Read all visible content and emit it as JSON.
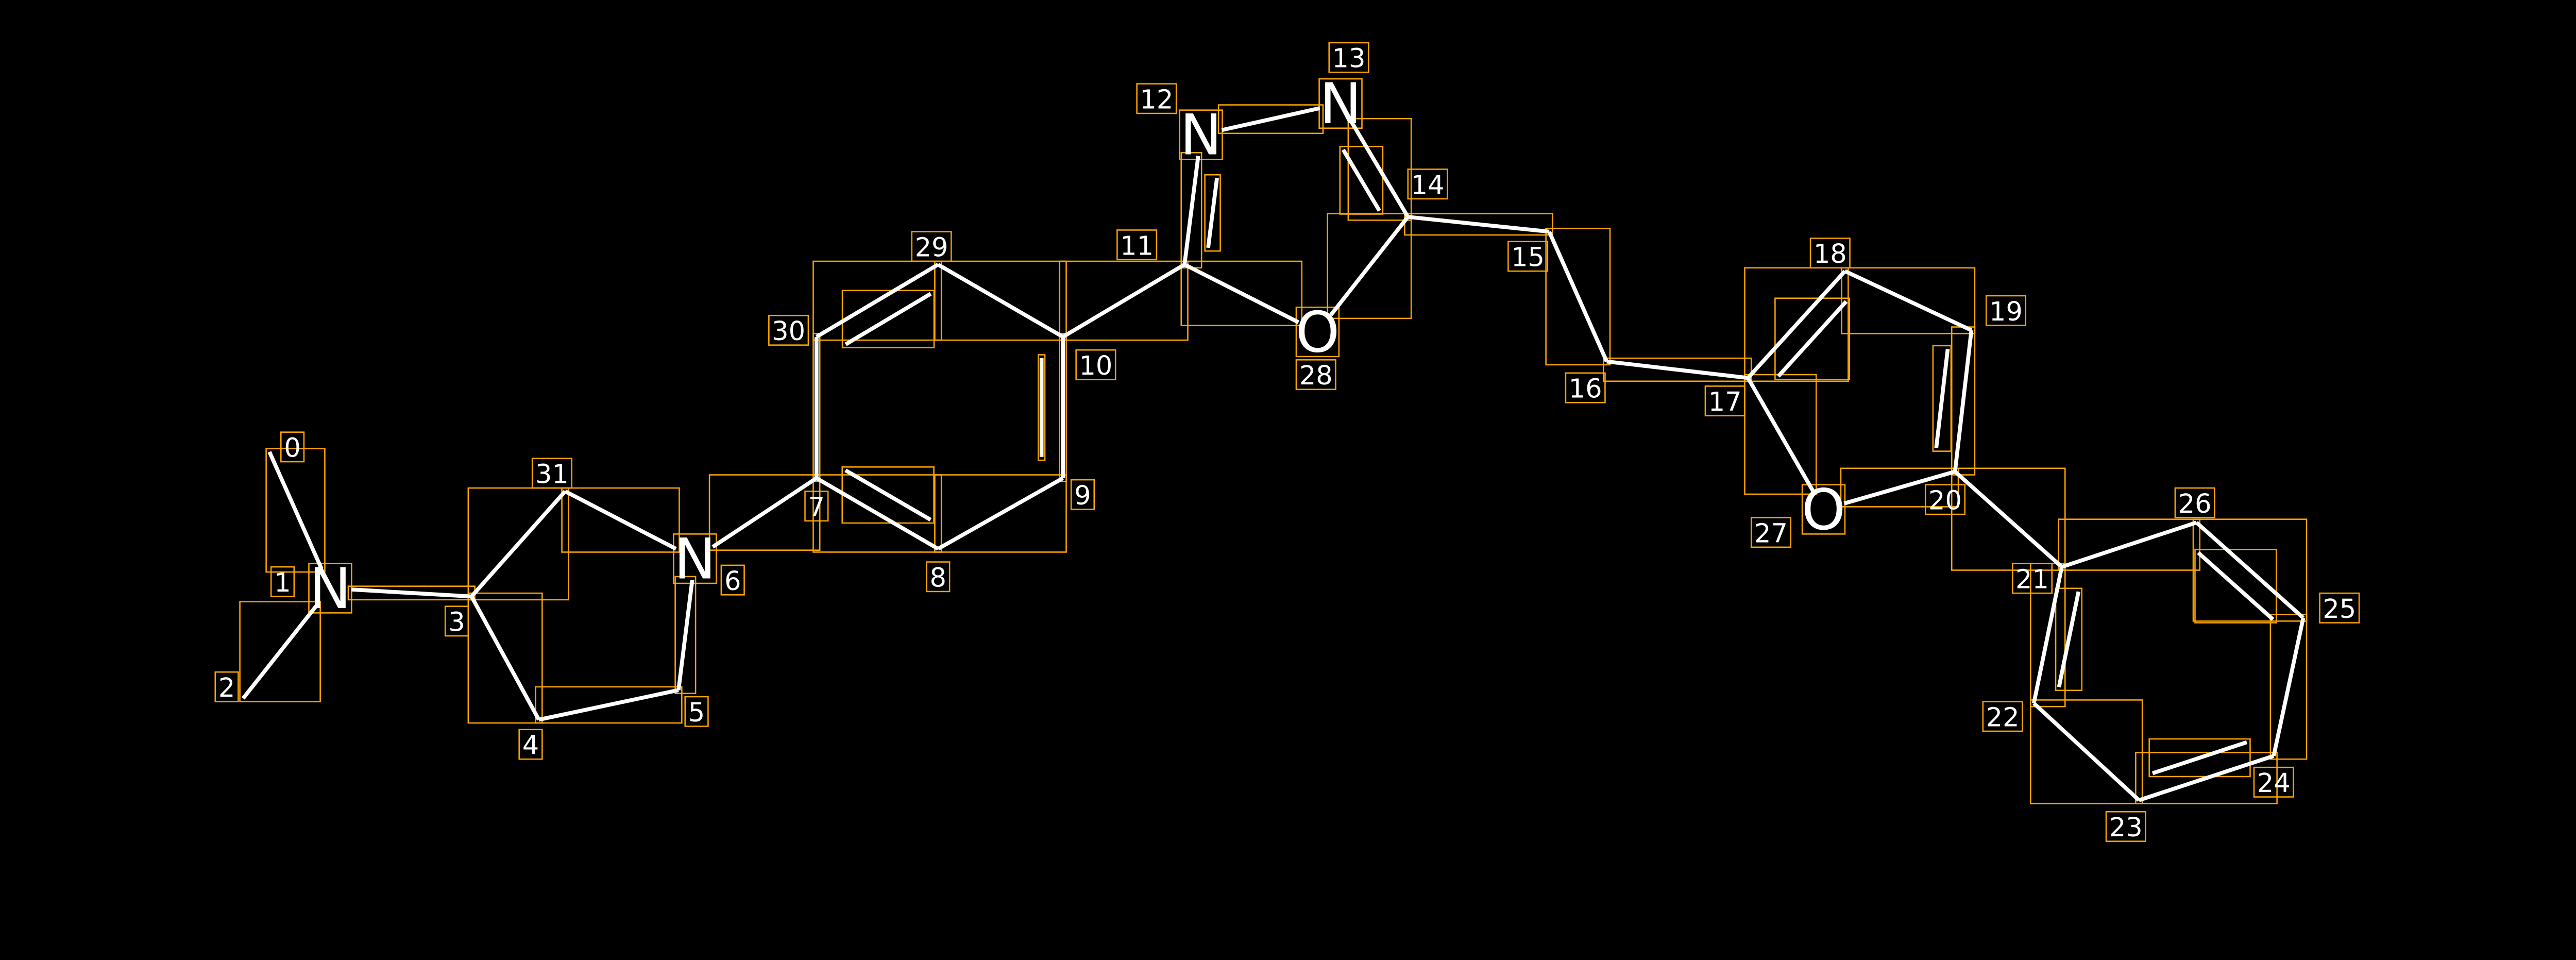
{
  "colors": {
    "background": "#000000",
    "bond": "#ffffff",
    "box": "#ffa500",
    "text": "#ffffff"
  },
  "atoms": [
    {
      "index": "0",
      "symbol": ""
    },
    {
      "index": "1",
      "symbol": "N"
    },
    {
      "index": "2",
      "symbol": ""
    },
    {
      "index": "3",
      "symbol": ""
    },
    {
      "index": "4",
      "symbol": ""
    },
    {
      "index": "5",
      "symbol": ""
    },
    {
      "index": "6",
      "symbol": "N"
    },
    {
      "index": "7",
      "symbol": ""
    },
    {
      "index": "8",
      "symbol": ""
    },
    {
      "index": "9",
      "symbol": ""
    },
    {
      "index": "10",
      "symbol": ""
    },
    {
      "index": "11",
      "symbol": ""
    },
    {
      "index": "12",
      "symbol": "N"
    },
    {
      "index": "13",
      "symbol": "N"
    },
    {
      "index": "14",
      "symbol": ""
    },
    {
      "index": "15",
      "symbol": ""
    },
    {
      "index": "16",
      "symbol": ""
    },
    {
      "index": "17",
      "symbol": ""
    },
    {
      "index": "18",
      "symbol": ""
    },
    {
      "index": "19",
      "symbol": ""
    },
    {
      "index": "20",
      "symbol": ""
    },
    {
      "index": "21",
      "symbol": ""
    },
    {
      "index": "22",
      "symbol": ""
    },
    {
      "index": "23",
      "symbol": ""
    },
    {
      "index": "24",
      "symbol": ""
    },
    {
      "index": "25",
      "symbol": ""
    },
    {
      "index": "26",
      "symbol": ""
    },
    {
      "index": "27",
      "symbol": "O"
    },
    {
      "index": "28",
      "symbol": "O"
    },
    {
      "index": "29",
      "symbol": ""
    },
    {
      "index": "30",
      "symbol": ""
    },
    {
      "index": "31",
      "symbol": ""
    }
  ],
  "bonds": [
    [
      0,
      1,
      1
    ],
    [
      1,
      2,
      1
    ],
    [
      1,
      3,
      1
    ],
    [
      3,
      31,
      1
    ],
    [
      31,
      6,
      1
    ],
    [
      3,
      4,
      1
    ],
    [
      4,
      5,
      1
    ],
    [
      5,
      6,
      1
    ],
    [
      6,
      7,
      1
    ],
    [
      7,
      8,
      2
    ],
    [
      8,
      9,
      1
    ],
    [
      9,
      10,
      2
    ],
    [
      10,
      29,
      1
    ],
    [
      29,
      30,
      2
    ],
    [
      30,
      7,
      1
    ],
    [
      10,
      11,
      1
    ],
    [
      11,
      12,
      2
    ],
    [
      12,
      13,
      1
    ],
    [
      13,
      14,
      2
    ],
    [
      14,
      28,
      1
    ],
    [
      11,
      28,
      1
    ],
    [
      14,
      15,
      1
    ],
    [
      15,
      16,
      1
    ],
    [
      16,
      17,
      1
    ],
    [
      17,
      18,
      2
    ],
    [
      18,
      19,
      1
    ],
    [
      19,
      20,
      2
    ],
    [
      20,
      27,
      1
    ],
    [
      27,
      17,
      1
    ],
    [
      20,
      21,
      1
    ],
    [
      21,
      22,
      2
    ],
    [
      22,
      23,
      1
    ],
    [
      23,
      24,
      2
    ],
    [
      24,
      25,
      1
    ],
    [
      25,
      26,
      2
    ],
    [
      26,
      21,
      1
    ]
  ]
}
